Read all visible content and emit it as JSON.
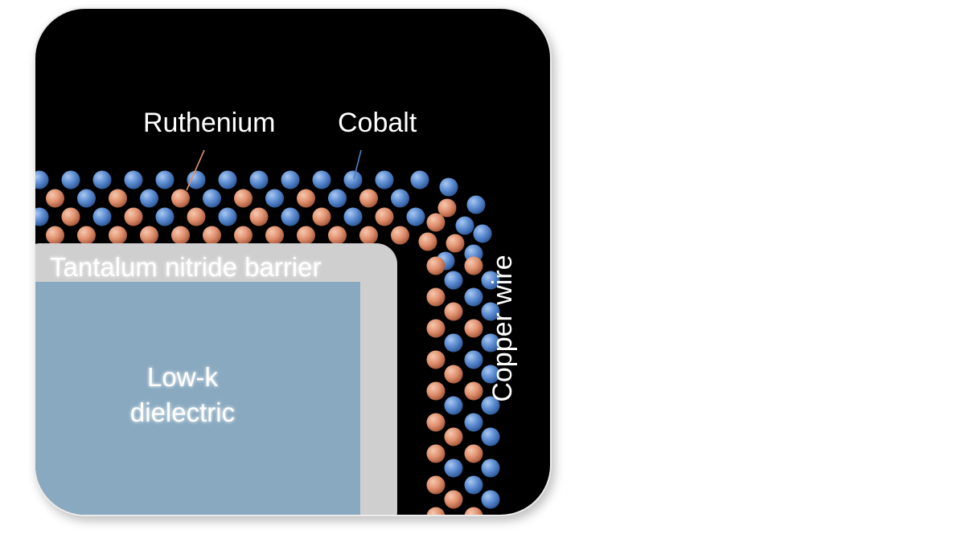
{
  "labels": {
    "ruthenium": "Ruthenium",
    "cobalt": "Cobalt",
    "barrier": "Tantalum nitride barrier",
    "dielectric_line1": "Low-k",
    "dielectric_line2": "dielectric",
    "copper": "Copper wire"
  },
  "colors": {
    "background": "#000000",
    "cobalt_atom": "#5a8ad0",
    "ruthenium_atom": "#e0906e",
    "barrier": "#cfcfcf",
    "dielectric": "#89a9c0",
    "label_text": "#ffffff",
    "ruthenium_leader": "#e0906e",
    "cobalt_leader": "#4f7fc4"
  },
  "atom_legend": [
    {
      "element": "Ruthenium",
      "color": "ruthenium_atom"
    },
    {
      "element": "Cobalt",
      "color": "cobalt_atom"
    }
  ]
}
